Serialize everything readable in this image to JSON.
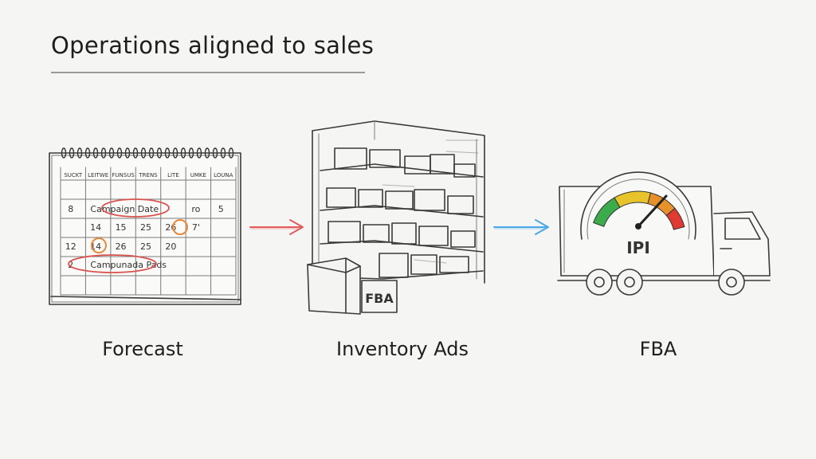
{
  "title": "Operations aligned to sales",
  "calendar": {
    "headers": [
      "SUCKT",
      "LEITWE",
      "FUNSUS",
      "TRENS",
      "LITE",
      "UMKE",
      "LOUNA"
    ],
    "rows": [
      [
        "8",
        "Campaign Date",
        "",
        "",
        "",
        "ro",
        "5"
      ],
      [
        "",
        "14",
        "15",
        "25",
        "26",
        "7'",
        ""
      ],
      [
        "12",
        "14",
        "26",
        "25",
        "20",
        "",
        ""
      ],
      [
        "2",
        "Campunada Pads",
        "",
        "",
        "",
        "",
        ""
      ]
    ],
    "highlight_color": "#d9534f",
    "circle_color": "#e8883a"
  },
  "shelf": {
    "box_label": "FBA"
  },
  "truck": {
    "gauge_label": "IPI"
  },
  "arrows": [
    {
      "color": "#e25c5c"
    },
    {
      "color": "#4aa8e8"
    }
  ],
  "steps": [
    {
      "label": "Forecast"
    },
    {
      "label": "Inventory  Ads"
    },
    {
      "label": "FBA"
    }
  ],
  "gauge_colors": [
    "#3cab4c",
    "#e8c42a",
    "#e8902a",
    "#e03a32"
  ]
}
